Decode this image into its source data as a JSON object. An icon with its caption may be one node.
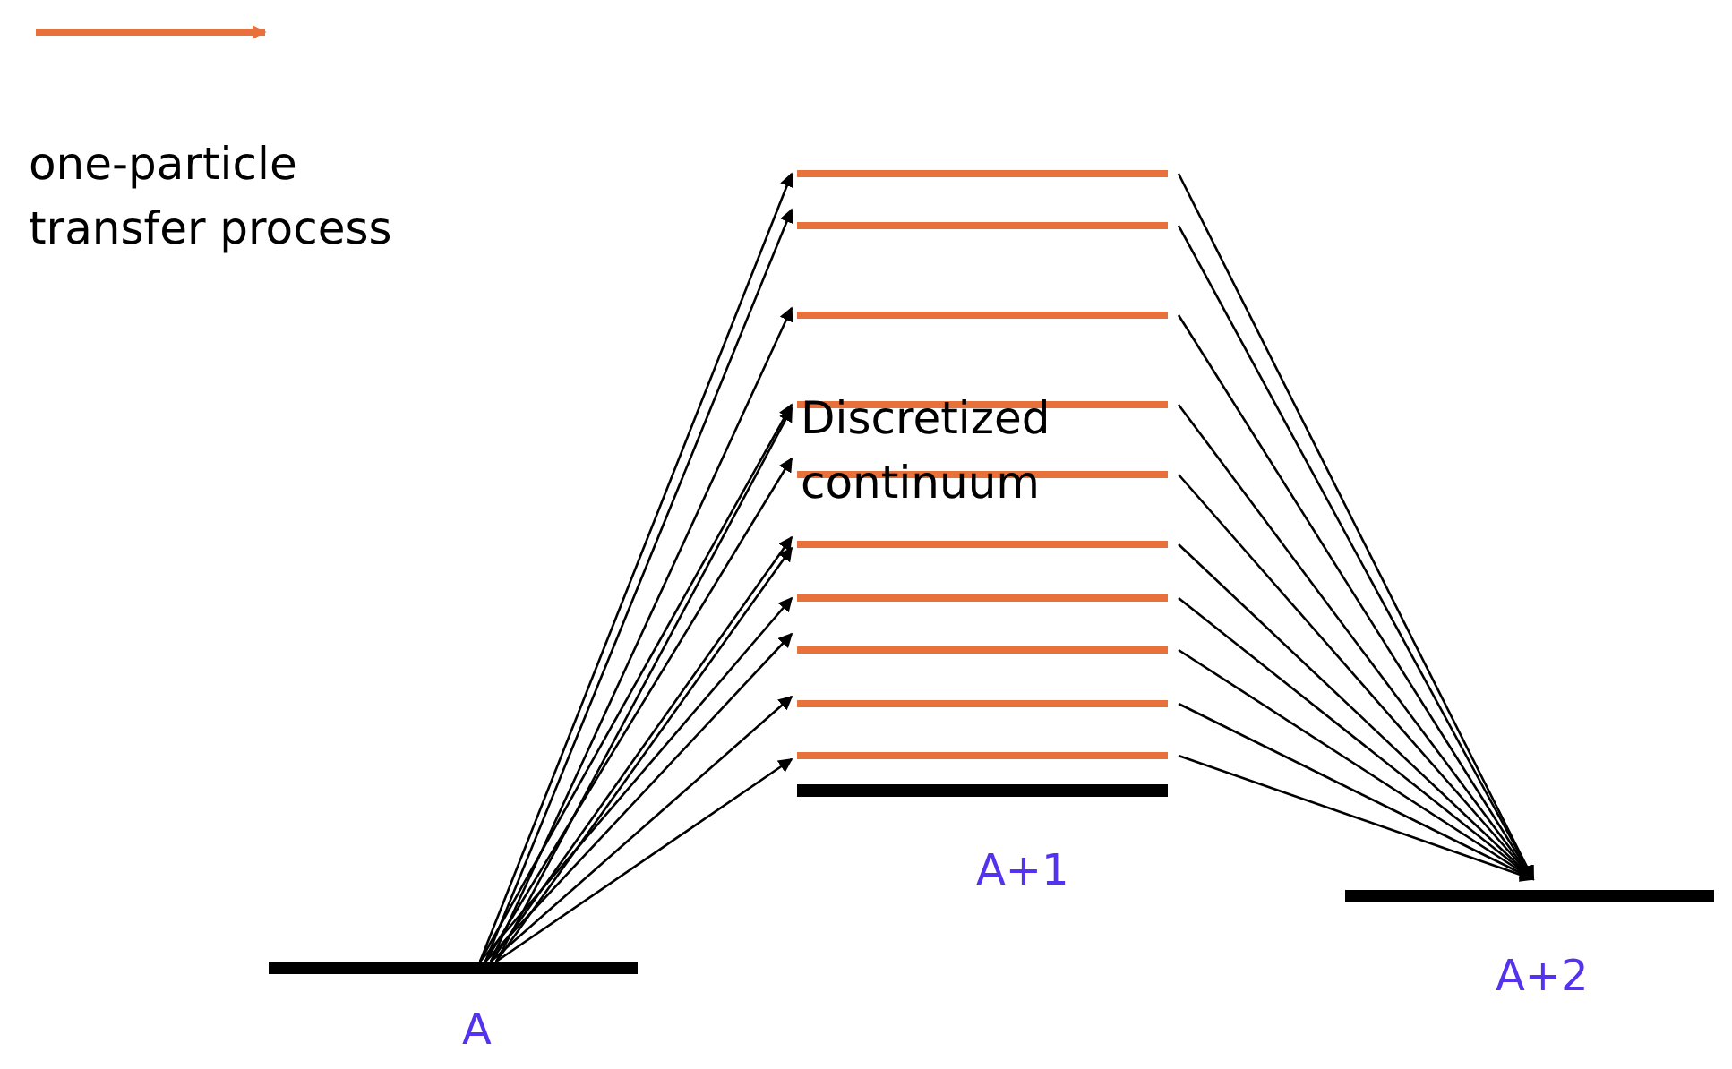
{
  "diagram": {
    "nodes": [
      {
        "text": [],
        "shape": "bar"
      },
      {
        "text": [],
        "shape": "bar"
      },
      {
        "text": [],
        "shape": "bar"
      },
      {
        "text": [],
        "shape": "bar"
      },
      {
        "text": [],
        "shape": "bar"
      },
      {
        "text": [],
        "shape": "bar"
      },
      {
        "text": [],
        "shape": "bar"
      },
      {
        "text": [],
        "shape": "bar"
      },
      {
        "text": [],
        "shape": "bar"
      },
      {
        "text": [],
        "shape": "bar"
      },
      {
        "text": [],
        "shape": "bar",
        "beside": [
          "A+1"
        ]
      },
      {
        "text": [],
        "shape": "bar",
        "beside": [
          "A+2"
        ]
      },
      {
        "text": [],
        "shape": "bar",
        "beside": [
          "A"
        ]
      }
    ],
    "edges": [
      {
        "from": 12,
        "to": 0,
        "arrow": "to"
      },
      {
        "from": 12,
        "to": 1,
        "arrow": "to"
      },
      {
        "from": 12,
        "to": 2,
        "arrow": "to"
      },
      {
        "from": 12,
        "to": 3,
        "arrow": "to"
      },
      {
        "from": 12,
        "to": 3,
        "arrow": "to"
      },
      {
        "from": 12,
        "to": 4,
        "arrow": "to"
      },
      {
        "from": 12,
        "to": 5,
        "arrow": "to"
      },
      {
        "from": 12,
        "to": 5,
        "arrow": "to"
      },
      {
        "from": 12,
        "to": 6,
        "arrow": "to"
      },
      {
        "from": 12,
        "to": 7,
        "arrow": "to"
      },
      {
        "from": 12,
        "to": 8,
        "arrow": "to"
      },
      {
        "from": 12,
        "to": 9,
        "arrow": "to"
      },
      {
        "from": 0,
        "to": 11,
        "arrow": "to"
      },
      {
        "from": 1,
        "to": 11,
        "arrow": "to"
      },
      {
        "from": 2,
        "to": 11,
        "arrow": "to"
      },
      {
        "from": 3,
        "to": 11,
        "arrow": "to"
      },
      {
        "from": 4,
        "to": 11,
        "arrow": "to"
      },
      {
        "from": 5,
        "to": 11,
        "arrow": "to"
      },
      {
        "from": 6,
        "to": 11,
        "arrow": "to"
      },
      {
        "from": 7,
        "to": 11,
        "arrow": "to"
      },
      {
        "from": 8,
        "to": 11,
        "arrow": "to"
      },
      {
        "from": 9,
        "to": 11,
        "arrow": "to"
      }
    ],
    "labels": [
      "Discretized continuum"
    ],
    "legend": [
      {
        "text": "one-particle transfer process"
      }
    ]
  }
}
